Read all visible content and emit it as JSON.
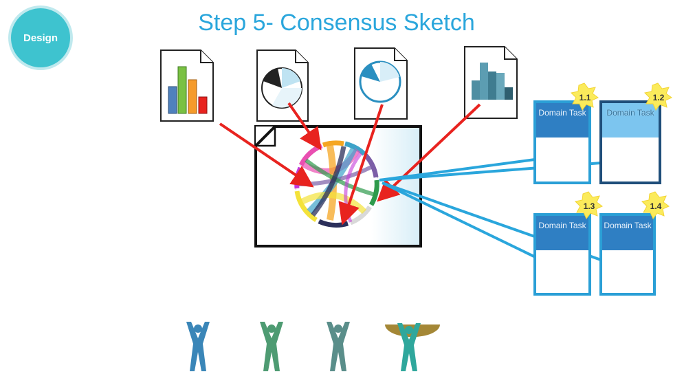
{
  "badge": {
    "label": "Design"
  },
  "title": "Step 5- Consensus Sketch",
  "tasks": [
    {
      "header": "Domain Task",
      "number": "1.1"
    },
    {
      "header": "Domain Task",
      "number": "1.2"
    },
    {
      "header": "Domain Task",
      "number": "1.3"
    },
    {
      "header": "Domain Task",
      "number": "1.4"
    }
  ],
  "colors": {
    "accent": "#2aa6dc",
    "arrow_red": "#e8231f",
    "arrow_blue": "#2aa6dc",
    "task_header": "#2f7fc3",
    "star": "#fbeb5b"
  },
  "icons": [
    "bar-chart-document-icon",
    "pie-chart-document-icon",
    "pie-chart-blue-document-icon",
    "histogram-document-icon",
    "chord-diagram-sketch-icon",
    "people-icon"
  ]
}
